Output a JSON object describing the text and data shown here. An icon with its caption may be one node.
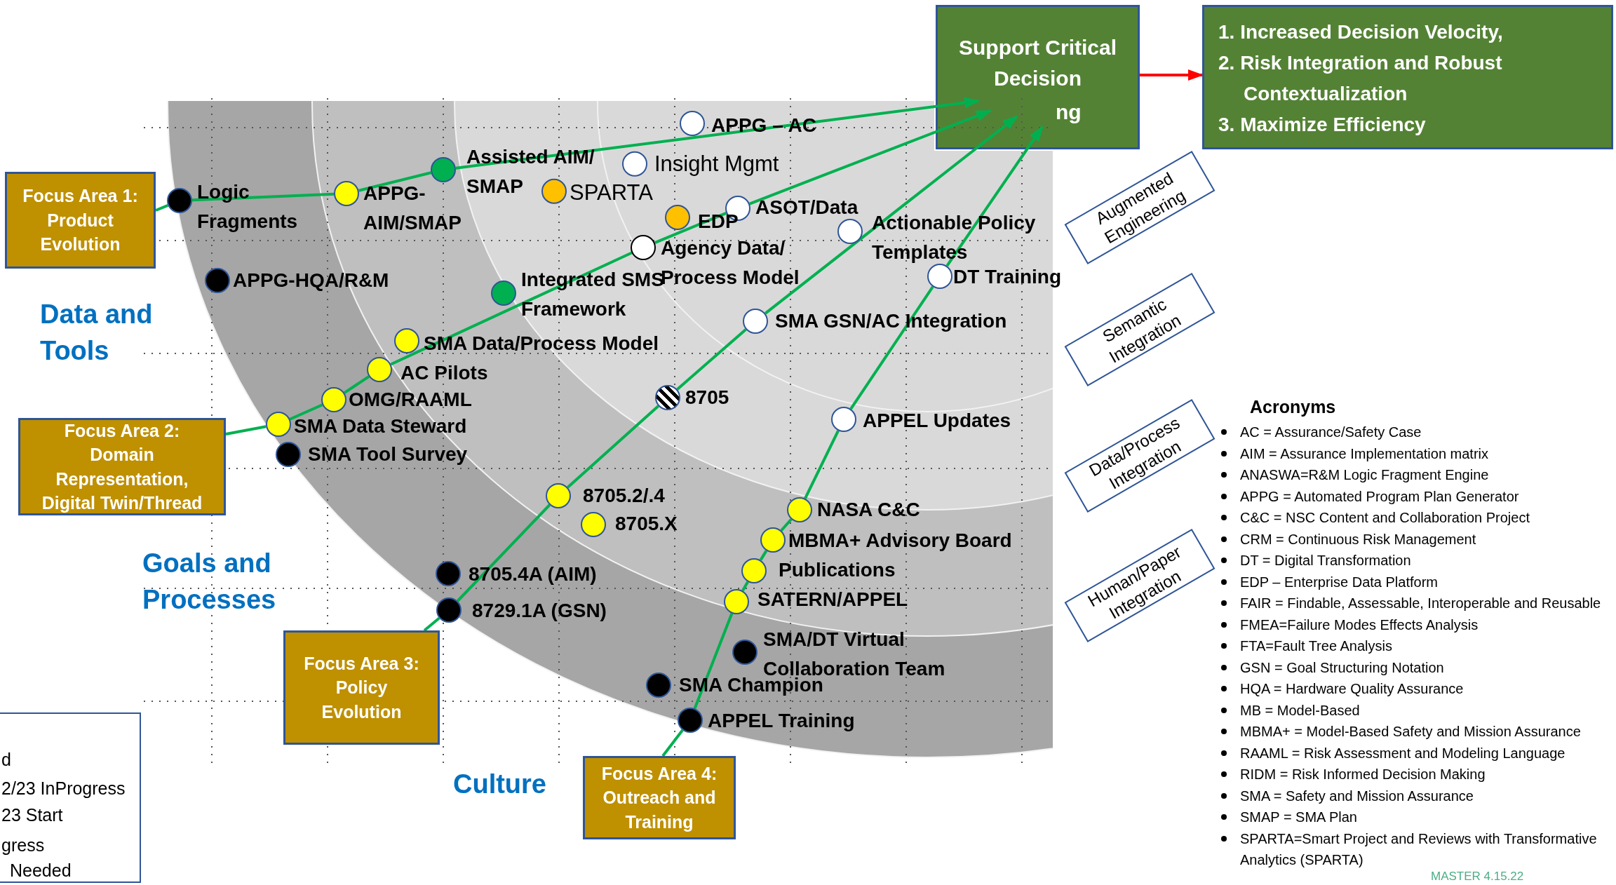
{
  "diagram": {
    "nodes": [
      {
        "text": [
          "Focus Area 1: Product Evolution"
        ]
      },
      {
        "text": [
          "Focus Area 2: Domain Representation, Digital Twin/Thread"
        ]
      },
      {
        "text": [
          "Focus Area 3: Policy Evolution"
        ]
      },
      {
        "text": [
          "Focus Area 4: Outreach and Training"
        ]
      },
      {
        "text": [
          "Support Critical Decision",
          "ng"
        ]
      },
      {
        "text": [
          "1. Increased Decision Velocity,",
          "2. Risk Integration and Robust Contextualization",
          "3. Maximize Efficiency"
        ]
      },
      {
        "text": [
          "Augmented Engineering"
        ]
      },
      {
        "text": [
          "Semantic Integration"
        ]
      },
      {
        "text": [
          "Data/Process Integration"
        ]
      },
      {
        "text": [
          "Human/Paper Integration"
        ]
      },
      {
        "text": [],
        "shape": "circle",
        "beside": [
          "APPG – AC"
        ]
      },
      {
        "text": [],
        "shape": "circle",
        "beside": [
          "Assisted AIM/ SMAP"
        ]
      },
      {
        "text": [],
        "shape": "circle",
        "beside": [
          "Insight Mgmt"
        ]
      },
      {
        "text": [],
        "shape": "circle",
        "beside": [
          "Logic Fragments"
        ]
      },
      {
        "text": [],
        "shape": "circle",
        "beside": [
          "APPG- AIM/SMAP"
        ]
      },
      {
        "text": [],
        "shape": "circle",
        "beside": [
          "SPARTA"
        ]
      },
      {
        "text": [],
        "shape": "circle",
        "beside": [
          "ASOT/Data"
        ]
      },
      {
        "text": [],
        "shape": "circle",
        "beside": [
          "EDP"
        ]
      },
      {
        "text": [],
        "shape": "circle",
        "beside": [
          "Agency Data/ Process Model"
        ]
      },
      {
        "text": [],
        "shape": "circle",
        "beside": [
          "Actionable Policy Templates"
        ]
      },
      {
        "text": [],
        "shape": "circle",
        "beside": [
          "DT Training"
        ]
      },
      {
        "text": [],
        "shape": "circle",
        "beside": [
          "APPG-HQA/R&M"
        ]
      },
      {
        "text": [],
        "shape": "circle",
        "beside": [
          "Integrated SMS Framework"
        ]
      },
      {
        "text": [],
        "shape": "circle",
        "beside": [
          "SMA GSN/AC Integration"
        ]
      },
      {
        "text": [],
        "shape": "circle",
        "beside": [
          "SMA Data/Process Model"
        ]
      },
      {
        "text": [],
        "shape": "circle",
        "beside": [
          "AC Pilots"
        ]
      },
      {
        "text": [],
        "shape": "circle",
        "beside": [
          "OMG/RAAML"
        ]
      },
      {
        "text": [],
        "shape": "circle",
        "beside": [
          "SMA Data Steward"
        ]
      },
      {
        "text": [],
        "shape": "circle",
        "beside": [
          "SMA Tool Survey"
        ]
      },
      {
        "text": [],
        "shape": "circle",
        "beside": [
          "8705"
        ]
      },
      {
        "text": [],
        "shape": "circle",
        "beside": [
          "APPEL Updates"
        ]
      },
      {
        "text": [],
        "shape": "circle",
        "beside": [
          "8705.2/.4"
        ]
      },
      {
        "text": [],
        "shape": "circle",
        "beside": [
          "8705.X"
        ]
      },
      {
        "text": [],
        "shape": "circle",
        "beside": [
          "NASA C&C"
        ]
      },
      {
        "text": [],
        "shape": "circle",
        "beside": [
          "MBMA+ Advisory Board"
        ]
      },
      {
        "text": [],
        "shape": "circle",
        "beside": [
          "Publications"
        ]
      },
      {
        "text": [],
        "shape": "circle",
        "beside": [
          "SATERN/APPEL"
        ]
      },
      {
        "text": [],
        "shape": "circle",
        "beside": [
          "8705.4A (AIM)"
        ]
      },
      {
        "text": [],
        "shape": "circle",
        "beside": [
          "8729.1A (GSN)"
        ]
      },
      {
        "text": [],
        "shape": "circle",
        "beside": [
          "SMA/DT Virtual Collaboration Team"
        ]
      },
      {
        "text": [],
        "shape": "circle",
        "beside": [
          "SMA Champion"
        ]
      },
      {
        "text": [],
        "shape": "circle",
        "beside": [
          "APPEL Training"
        ]
      },
      {
        "text": [
          "d",
          "2/23 InProgress",
          "23 Start",
          "gress",
          "Needed"
        ]
      }
    ],
    "edges": [
      {
        "from": 0,
        "to": 13,
        "arrow": "none"
      },
      {
        "from": 13,
        "to": 14,
        "arrow": "none"
      },
      {
        "from": 14,
        "to": 11,
        "arrow": "none"
      },
      {
        "from": 11,
        "to": 4,
        "arrow": "to"
      },
      {
        "from": 1,
        "to": 27,
        "arrow": "none"
      },
      {
        "from": 27,
        "to": 26,
        "arrow": "none"
      },
      {
        "from": 26,
        "to": 25,
        "arrow": "none"
      },
      {
        "from": 25,
        "to": 18,
        "arrow": "none"
      },
      {
        "from": 18,
        "to": 16,
        "arrow": "none"
      },
      {
        "from": 16,
        "to": 4,
        "arrow": "to"
      },
      {
        "from": 2,
        "to": 38,
        "arrow": "none"
      },
      {
        "from": 38,
        "to": 31,
        "arrow": "none"
      },
      {
        "from": 31,
        "to": 29,
        "arrow": "none"
      },
      {
        "from": 29,
        "to": 23,
        "arrow": "none"
      },
      {
        "from": 23,
        "to": 4,
        "arrow": "to"
      },
      {
        "from": 3,
        "to": 41,
        "arrow": "none"
      },
      {
        "from": 41,
        "to": 36,
        "arrow": "none"
      },
      {
        "from": 36,
        "to": 35,
        "arrow": "none"
      },
      {
        "from": 35,
        "to": 34,
        "arrow": "none"
      },
      {
        "from": 34,
        "to": 33,
        "arrow": "none"
      },
      {
        "from": 33,
        "to": 30,
        "arrow": "none"
      },
      {
        "from": 30,
        "to": 20,
        "arrow": "none"
      },
      {
        "from": 20,
        "to": 4,
        "arrow": "to"
      },
      {
        "from": 4,
        "to": 5,
        "arrow": "to",
        "color": "#ff0000"
      }
    ],
    "labels": [
      "Data and Tools",
      "Goals and Processes",
      "Culture",
      "Acronyms",
      "AC = Assurance/Safety Case",
      "AIM = Assurance Implementation matrix",
      "ANASWA=R&M Logic Fragment Engine",
      "APPG = Automated Program Plan Generator",
      "C&C = NSC Content and Collaboration Project",
      "CRM = Continuous Risk Management",
      "DT = Digital Transformation",
      "EDP – Enterprise Data Platform",
      "FAIR = Findable, Assessable, Interoperable and Reusable",
      "FMEA=Failure Modes Effects Analysis",
      "FTA=Fault Tree Analysis",
      "GSN = Goal Structuring Notation",
      "HQA = Hardware Quality Assurance",
      "MB = Model-Based",
      "MBMA+ = Model-Based Safety and Mission Assurance",
      "RAAML = Risk Assessment and Modeling Language",
      "RIDM = Risk Informed Decision Making",
      "SMA = Safety and Mission Assurance",
      "SMAP = SMA Plan",
      "SPARTA=Smart Project and Reviews with Transformative Analytics (SPARTA)",
      "MASTER 4.15.22"
    ]
  }
}
